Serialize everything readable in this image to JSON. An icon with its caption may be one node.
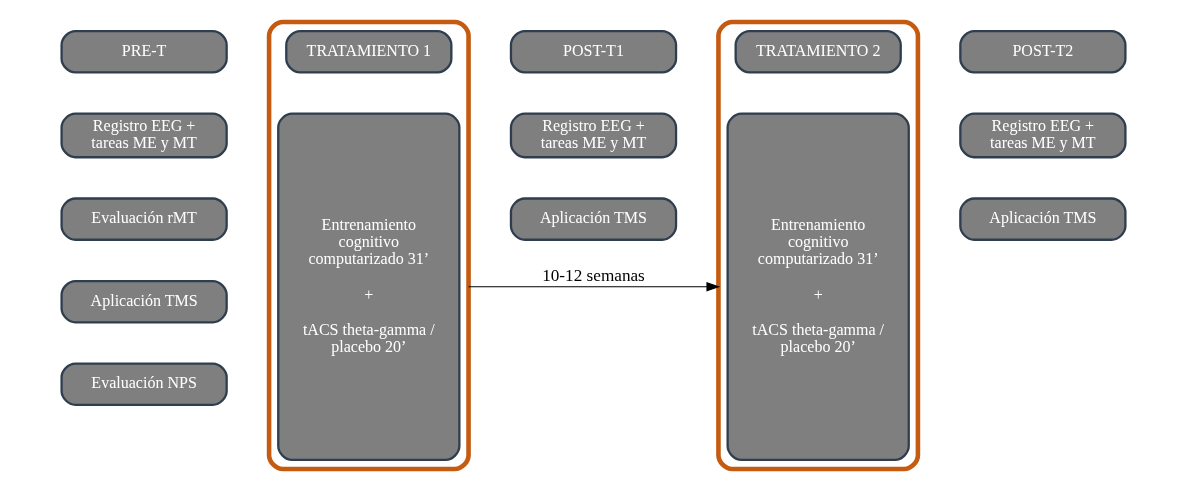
{
  "diagram": {
    "nodes": [
      {
        "text": [
          "PRE-T"
        ]
      },
      {
        "text": [
          "Registro EEG + tareas ME y MT"
        ]
      },
      {
        "text": [
          "Evaluación rMT"
        ]
      },
      {
        "text": [
          "Aplicación TMS"
        ]
      },
      {
        "text": [
          "Evaluación NPS"
        ]
      },
      {
        "text": [],
        "shape": "box"
      },
      {
        "text": [
          "TRATAMIENTO 1"
        ],
        "in": 5
      },
      {
        "text": [
          "Entrenamiento cognitivo computarizado 31’",
          "+",
          "tACS theta-gamma / placebo 20’"
        ],
        "in": 5
      },
      {
        "text": [
          "POST-T1"
        ]
      },
      {
        "text": [
          "Registro EEG + tareas ME y MT"
        ]
      },
      {
        "text": [
          "Aplicación TMS"
        ]
      },
      {
        "text": [],
        "shape": "box"
      },
      {
        "text": [
          "TRATAMIENTO 2"
        ],
        "in": 11
      },
      {
        "text": [
          "Entrenamiento cognitivo computarizado 31’",
          "+",
          "tACS theta-gamma / placebo 20’"
        ],
        "in": 11
      },
      {
        "text": [
          "POST-T2"
        ]
      },
      {
        "text": [
          "Registro EEG + tareas ME y MT"
        ]
      },
      {
        "text": [
          "Aplicación TMS"
        ]
      }
    ],
    "edges": [
      {
        "from": 5,
        "to": 11,
        "arrow": "to",
        "label": "10-12 semanas"
      }
    ]
  }
}
